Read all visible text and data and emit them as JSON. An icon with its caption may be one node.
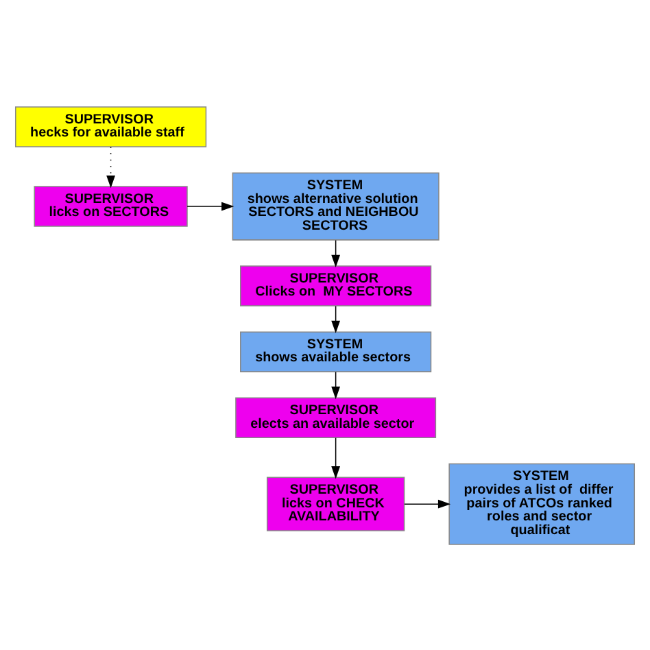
{
  "diagram": {
    "nodes": [
      {
        "text": [
          "SUPERVISOR",
          "hecks for available staff"
        ]
      },
      {
        "text": [
          "SUPERVISOR",
          "licks on SECTORS"
        ]
      },
      {
        "text": [
          "SYSTEM",
          "shows alternative solution SECTORS and NEIGHBOU SECTORS"
        ]
      },
      {
        "text": [
          "SUPERVISOR",
          "Clicks on  MY SECTORS"
        ]
      },
      {
        "text": [
          "SYSTEM",
          "shows available sectors"
        ]
      },
      {
        "text": [
          "SUPERVISOR",
          "elects an available sector"
        ]
      },
      {
        "text": [
          "SUPERVISOR",
          "licks on CHECK AVAILABILITY"
        ]
      },
      {
        "text": [
          "SYSTEM",
          "provides a list of  differ pairs of ATCOs ranked roles and sector qualificat"
        ]
      }
    ],
    "edges": [
      {
        "from": 0,
        "to": 1,
        "arrow": "to",
        "style": "dashed"
      },
      {
        "from": 1,
        "to": 2,
        "arrow": "to"
      },
      {
        "from": 2,
        "to": 3,
        "arrow": "to"
      },
      {
        "from": 3,
        "to": 4,
        "arrow": "to"
      },
      {
        "from": 4,
        "to": 5,
        "arrow": "to"
      },
      {
        "from": 5,
        "to": 6,
        "arrow": "to"
      },
      {
        "from": 6,
        "to": 7,
        "arrow": "to"
      }
    ]
  }
}
